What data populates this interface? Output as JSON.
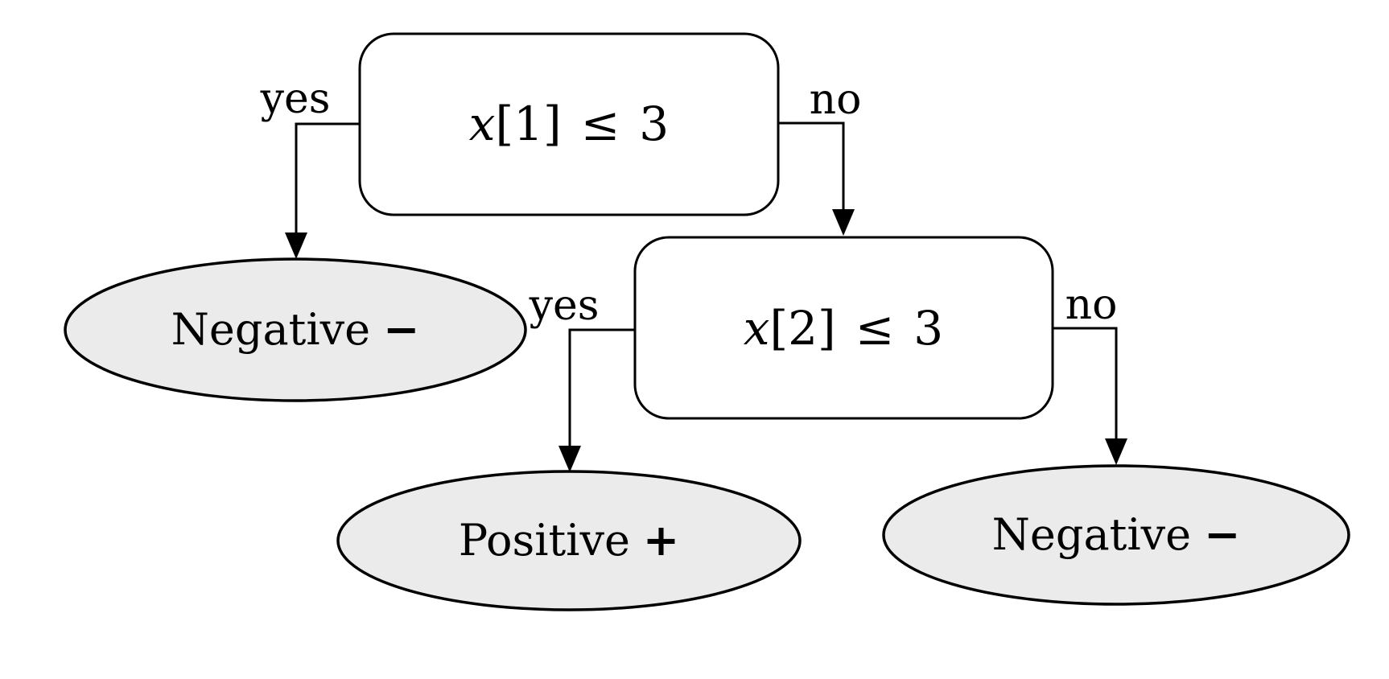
{
  "diagram": {
    "type": "decision-tree",
    "colors": {
      "background": "#ffffff",
      "decision_fill": "#ffffff",
      "leaf_fill": "#ebebeb",
      "stroke": "#000000"
    },
    "nodes": {
      "root": {
        "var": "x",
        "index": "[1]",
        "op": "≤",
        "value": "3"
      },
      "child": {
        "var": "x",
        "index": "[2]",
        "op": "≤",
        "value": "3"
      },
      "leaf_left": {
        "label": "Negative",
        "sign": "−"
      },
      "leaf_middle": {
        "label": "Positive",
        "sign": "+"
      },
      "leaf_right": {
        "label": "Negative",
        "sign": "−"
      }
    },
    "edges": {
      "root_yes": {
        "label": "yes"
      },
      "root_no": {
        "label": "no"
      },
      "child_yes": {
        "label": "yes"
      },
      "child_no": {
        "label": "no"
      }
    }
  }
}
